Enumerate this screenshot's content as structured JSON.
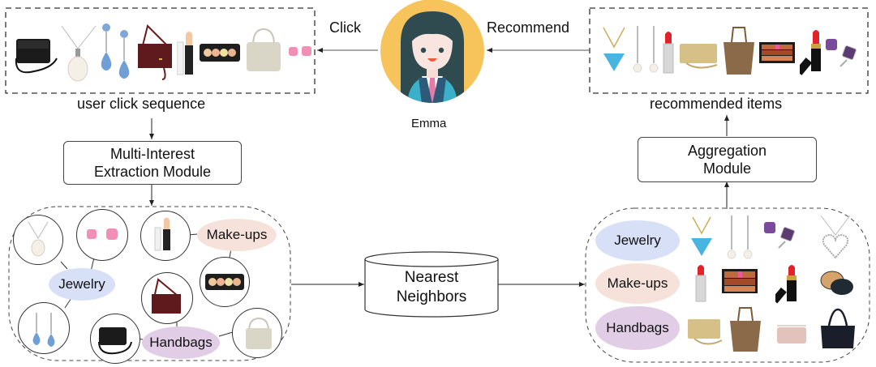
{
  "user": {
    "name": "Emma",
    "icon": "avatar-woman-icon"
  },
  "arrows": {
    "click_label": "Click",
    "recommend_label": "Recommend"
  },
  "click_sequence": {
    "caption": "user click sequence",
    "items": [
      "black-crossbody-bag",
      "pearl-pendant-necklace",
      "blue-drop-earring",
      "blue-drop-earring",
      "burgundy-clutch-bag",
      "concealer-stick",
      "eyeshadow-palette",
      "silver-handbag",
      "pink-stud-earring",
      "pink-stud-earring"
    ]
  },
  "recommended": {
    "caption": "recommended items",
    "items": [
      "blue-topaz-pendant",
      "pearl-drop-earring",
      "pearl-drop-earring",
      "red-lipstick",
      "gold-wallet-bag",
      "brown-tote-bag",
      "eyeshadow-palette",
      "red-lipstick-gold",
      "amethyst-stud-earring",
      "amethyst-stud-earring"
    ]
  },
  "modules": {
    "extraction": [
      "Multi-Interest",
      "Extraction Module"
    ],
    "aggregation": [
      "Aggregation",
      "Module"
    ],
    "nearest": [
      "Nearest",
      "Neighbors"
    ]
  },
  "interests": {
    "jewelry": "Jewelry",
    "makeups": "Make-ups",
    "handbags": "Handbags"
  },
  "colors": {
    "jewelry": "#d8e0f7",
    "makeups": "#f6e2da",
    "handbags": "#e2cde6",
    "avatar_bg": "#f7c45c",
    "hair": "#2f4b4f",
    "jacket": "#3bb1c9",
    "tie": "#e47ba6"
  }
}
